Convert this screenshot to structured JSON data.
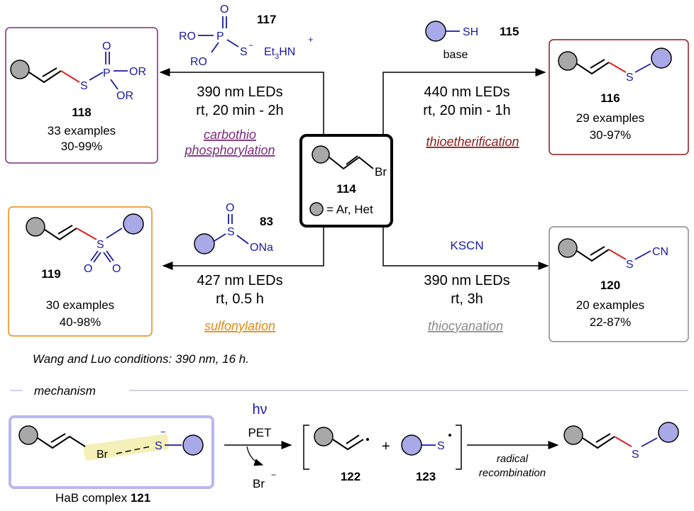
{
  "center": {
    "number": "114",
    "br": "Br",
    "legend": "= Ar, Het"
  },
  "top_left": {
    "reagent_number": "117",
    "reagent": {
      "ro_top": "RO",
      "p": "P",
      "o": "O",
      "s_minus": "S",
      "ro_bottom": "RO",
      "counterion": "Et",
      "counterion_sub": "3",
      "counterion_end": "HN",
      "plus": "+",
      "minus": "−"
    },
    "conditions": [
      "390 nm LEDs",
      "rt, 20 min - 2h"
    ],
    "reaction_name": [
      "carbothio",
      "phosphorylation"
    ],
    "product": {
      "number": "118",
      "examples": "33 examples",
      "yield": "30-99%",
      "s": "S",
      "p": "P",
      "o": "O",
      "or1": "OR",
      "or2": "OR"
    },
    "color": "#7b2a7b"
  },
  "top_right": {
    "reagent_number": "115",
    "reagent": {
      "sh": "SH",
      "base": "base"
    },
    "conditions": [
      "440 nm LEDs",
      "rt, 20 min - 1h"
    ],
    "reaction_name": "thioetherification",
    "product": {
      "number": "116",
      "examples": "29 examples",
      "yield": "30-97%",
      "s": "S"
    },
    "color": "#8b1a1a"
  },
  "bottom_left": {
    "reagent_number": "83",
    "reagent": {
      "s": "S",
      "o": "O",
      "ona": "ONa"
    },
    "conditions": [
      "427 nm LEDs",
      "rt, 0.5 h"
    ],
    "reaction_name": "sulfonylation",
    "product": {
      "number": "119",
      "examples": "30 examples",
      "yield": "40-98%",
      "s": "S",
      "o1": "O",
      "o2": "O"
    },
    "color": "#e8890c"
  },
  "bottom_right": {
    "reagent": "KSCN",
    "conditions": [
      "390 nm LEDs",
      "rt, 3h"
    ],
    "reaction_name": "thiocyanation",
    "product": {
      "number": "120",
      "examples": "20 examples",
      "yield": "22-87%",
      "s": "S",
      "cn": "CN"
    },
    "color": "#8a8a8a"
  },
  "footnote": "Wang and Luo conditions: 390 nm, 16 h.",
  "mechanism": {
    "label": "mechanism",
    "complex_label": "HaB complex ",
    "complex_number": "121",
    "br": "Br",
    "s": "S",
    "minus": "−",
    "hv": "hν",
    "pet": "PET",
    "br_minus": "Br",
    "radical_number": "122",
    "plus": "+",
    "thiyl_number": "123",
    "thiyl_s": "S",
    "step2": [
      "radical",
      "recombination"
    ],
    "product_s": "S"
  },
  "colors": {
    "blue_text": "#1a1aa0",
    "aryl": "#a8a8a8",
    "hetaryl": "#a9a9e8",
    "bond_red": "#e02020",
    "box_center": "#000000",
    "box_mech": "#b8b8f0"
  }
}
